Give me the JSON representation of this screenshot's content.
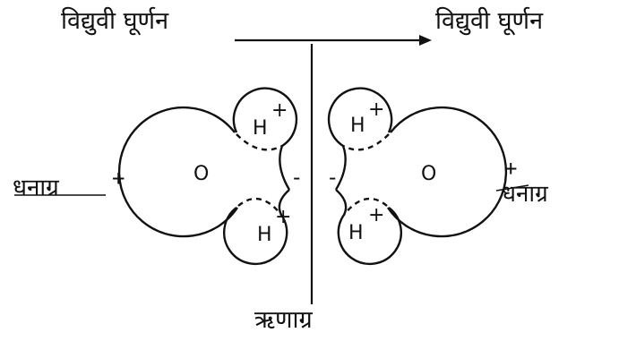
{
  "diagram": {
    "dipole_rotation_left": "विद्युवी घूर्णन",
    "dipole_rotation_right": "विद्युवी घूर्णन",
    "cathode_label": "ऋणाग्र",
    "left_molecule": {
      "pole_label": "धनाग्र",
      "pole_sign": "+",
      "oxygen": "O",
      "hydrogen_top": "H",
      "hydrogen_top_charge": "+",
      "hydrogen_bottom": "H",
      "hydrogen_bottom_charge": "+",
      "lone_pair_sign": "-"
    },
    "right_molecule": {
      "pole_label": "धनाग्र",
      "pole_sign": "+",
      "oxygen": "O",
      "hydrogen_top": "H",
      "hydrogen_top_charge": "+",
      "hydrogen_bottom": "H",
      "hydrogen_bottom_charge": "+",
      "lone_pair_sign": "-"
    },
    "colors": {
      "ink": "#111111",
      "background": "#ffffff"
    }
  }
}
